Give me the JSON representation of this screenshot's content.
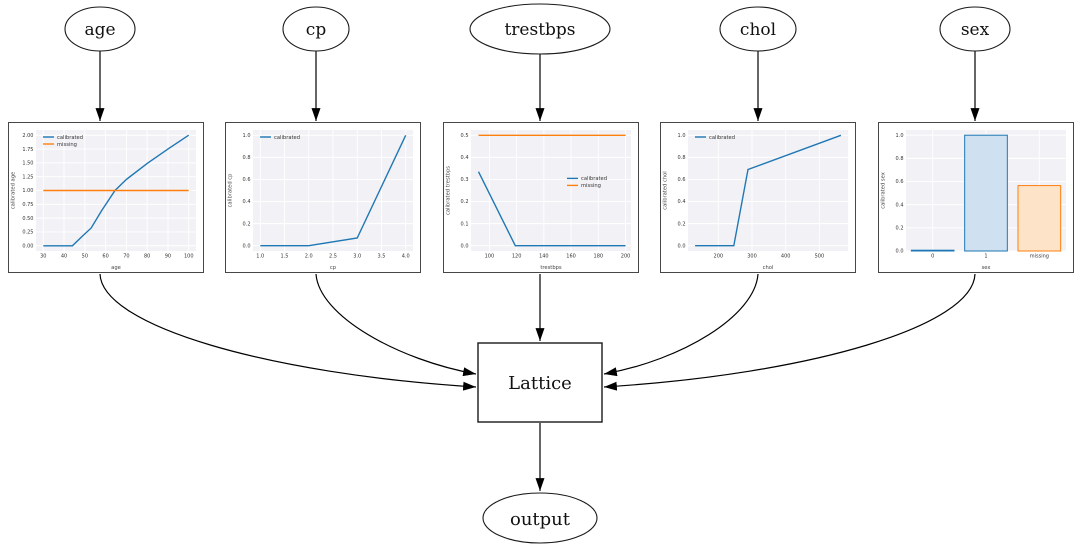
{
  "diagram": {
    "nodes": [
      {
        "id": "age",
        "label": "age"
      },
      {
        "id": "cp",
        "label": "cp"
      },
      {
        "id": "trestbps",
        "label": "trestbps"
      },
      {
        "id": "chol",
        "label": "chol"
      },
      {
        "id": "sex",
        "label": "sex"
      },
      {
        "id": "lattice",
        "label": "Lattice"
      },
      {
        "id": "output",
        "label": "output"
      }
    ],
    "edges": [
      {
        "from": "age",
        "to": "age-calibration-plot"
      },
      {
        "from": "cp",
        "to": "cp-calibration-plot"
      },
      {
        "from": "trestbps",
        "to": "trestbps-calibration-plot"
      },
      {
        "from": "chol",
        "to": "chol-calibration-plot"
      },
      {
        "from": "sex",
        "to": "sex-calibration-plot"
      },
      {
        "from": "age-calibration-plot",
        "to": "Lattice"
      },
      {
        "from": "cp-calibration-plot",
        "to": "Lattice"
      },
      {
        "from": "trestbps-calibration-plot",
        "to": "Lattice"
      },
      {
        "from": "chol-calibration-plot",
        "to": "Lattice"
      },
      {
        "from": "sex-calibration-plot",
        "to": "Lattice"
      },
      {
        "from": "Lattice",
        "to": "output"
      }
    ]
  },
  "colors": {
    "calibrated": "#1f77b4",
    "missing": "#ff7f0e",
    "calibrated_fill": "#cfe0f1",
    "missing_fill": "#fde3c8",
    "plot_bg": "#f2f2f6",
    "grid": "#ffffff",
    "panel_border": "#474747",
    "edge": "#000000"
  },
  "chart_data": [
    {
      "type": "line",
      "xlabel": "age",
      "ylabel": "calibrated age",
      "xlim": [
        26.5,
        103.5
      ],
      "ylim": [
        -0.095,
        2.095
      ],
      "xticks": {
        "values": [
          30,
          40,
          50,
          60,
          70,
          80,
          90,
          100
        ],
        "labels": [
          "30",
          "40",
          "50",
          "60",
          "70",
          "80",
          "90",
          "100"
        ]
      },
      "yticks": {
        "values": [
          0,
          0.25,
          0.5,
          0.75,
          1.0,
          1.25,
          1.5,
          1.75,
          2.0
        ],
        "labels": [
          "0.00",
          "0.25",
          "0.50",
          "0.75",
          "1.00",
          "1.25",
          "1.50",
          "1.75",
          "2.00"
        ]
      },
      "legend": {
        "position": "nw",
        "entries": [
          {
            "label": "calibrated",
            "color": "#1f77b4"
          },
          {
            "label": "missing",
            "color": "#ff7f0e"
          }
        ]
      },
      "series": [
        {
          "name": "calibrated",
          "color": "#1f77b4",
          "points": [
            [
              30,
              0
            ],
            [
              44,
              0
            ],
            [
              49,
              0.18
            ],
            [
              53,
              0.32
            ],
            [
              58,
              0.63
            ],
            [
              64.5,
              1.0
            ],
            [
              70,
              1.2
            ],
            [
              80,
              1.49
            ],
            [
              90,
              1.75
            ],
            [
              100,
              2.0
            ]
          ]
        },
        {
          "name": "missing",
          "color": "#ff7f0e",
          "points": [
            [
              30,
              1.0
            ],
            [
              100,
              1.0
            ]
          ]
        }
      ]
    },
    {
      "type": "line",
      "xlabel": "cp",
      "ylabel": "calibrated cp",
      "xlim": [
        0.85,
        4.15
      ],
      "ylim": [
        -0.048,
        1.048
      ],
      "xticks": {
        "values": [
          1.0,
          1.5,
          2.0,
          2.5,
          3.0,
          3.5,
          4.0
        ],
        "labels": [
          "1.0",
          "1.5",
          "2.0",
          "2.5",
          "3.0",
          "3.5",
          "4.0"
        ]
      },
      "yticks": {
        "values": [
          0,
          0.2,
          0.4,
          0.6,
          0.8,
          1.0
        ],
        "labels": [
          "0.0",
          "0.2",
          "0.4",
          "0.6",
          "0.8",
          "1.0"
        ]
      },
      "legend": {
        "position": "nw",
        "entries": [
          {
            "label": "calibrated",
            "color": "#1f77b4"
          }
        ]
      },
      "series": [
        {
          "name": "calibrated",
          "color": "#1f77b4",
          "points": [
            [
              1,
              0
            ],
            [
              2,
              0
            ],
            [
              3,
              0.07
            ],
            [
              4,
              1.0
            ]
          ]
        }
      ]
    },
    {
      "type": "line",
      "xlabel": "trestbps",
      "ylabel": "calibrated trestbps",
      "xlim": [
        86.5,
        204
      ],
      "ylim": [
        -0.024,
        0.524
      ],
      "xticks": {
        "values": [
          100,
          120,
          140,
          160,
          180,
          200
        ],
        "labels": [
          "100",
          "120",
          "140",
          "160",
          "180",
          "200"
        ]
      },
      "yticks": {
        "values": [
          0,
          0.1,
          0.2,
          0.3,
          0.4,
          0.5
        ],
        "labels": [
          "0.0",
          "0.1",
          "0.2",
          "0.3",
          "0.4",
          "0.5"
        ]
      },
      "legend": {
        "position": "e",
        "entries": [
          {
            "label": "calibrated",
            "color": "#1f77b4"
          },
          {
            "label": "missing",
            "color": "#ff7f0e"
          }
        ]
      },
      "series": [
        {
          "name": "calibrated",
          "color": "#1f77b4",
          "points": [
            [
              92,
              0.335
            ],
            [
              119,
              0
            ],
            [
              200,
              0
            ]
          ]
        },
        {
          "name": "missing",
          "color": "#ff7f0e",
          "points": [
            [
              92,
              0.5
            ],
            [
              200,
              0.5
            ]
          ]
        }
      ]
    },
    {
      "type": "line",
      "xlabel": "chol",
      "ylabel": "calibrated chol",
      "xlim": [
        110,
        585
      ],
      "ylim": [
        -0.048,
        1.048
      ],
      "xticks": {
        "values": [
          200,
          300,
          400,
          500
        ],
        "labels": [
          "200",
          "300",
          "400",
          "500"
        ]
      },
      "yticks": {
        "values": [
          0,
          0.2,
          0.4,
          0.6,
          0.8,
          1.0
        ],
        "labels": [
          "0.0",
          "0.2",
          "0.4",
          "0.6",
          "0.8",
          "1.0"
        ]
      },
      "legend": {
        "position": "nw",
        "entries": [
          {
            "label": "calibrated",
            "color": "#1f77b4"
          }
        ]
      },
      "series": [
        {
          "name": "calibrated",
          "color": "#1f77b4",
          "points": [
            [
              131,
              0
            ],
            [
              246,
              0
            ],
            [
              288,
              0.69
            ],
            [
              564,
              1.0
            ]
          ]
        }
      ]
    },
    {
      "type": "bar",
      "xlabel": "sex",
      "ylabel": "calibrated sex",
      "ylim": [
        0,
        1.045
      ],
      "categories": [
        "0",
        "1",
        "missing"
      ],
      "values": [
        0.007,
        1.0,
        0.565
      ],
      "bar_fill": [
        "#cfe0f1",
        "#cfe0f1",
        "#fde3c8"
      ],
      "bar_edge": [
        "#1f77b4",
        "#1f77b4",
        "#ff7f0e"
      ],
      "yticks": {
        "values": [
          0,
          0.2,
          0.4,
          0.6,
          0.8,
          1.0
        ],
        "labels": [
          "0.0",
          "0.2",
          "0.4",
          "0.6",
          "0.8",
          "1.0"
        ]
      }
    }
  ]
}
